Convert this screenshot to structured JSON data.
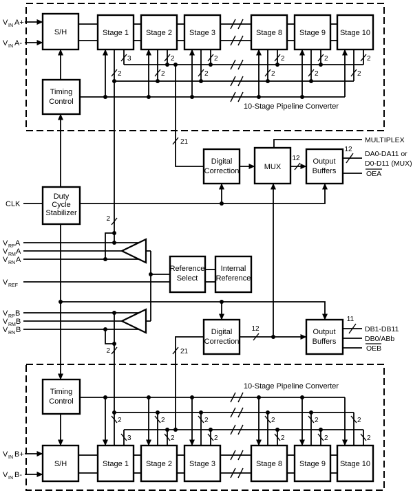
{
  "blocks": {
    "sh": "S/H",
    "stages": [
      "Stage 1",
      "Stage 2",
      "Stage 3",
      "Stage 8",
      "Stage 9",
      "Stage 10"
    ],
    "timing": [
      "Timing",
      "Control"
    ],
    "dcs": [
      "Duty",
      "Cycle",
      "Stabilizer"
    ],
    "digital_correction": [
      "Digital",
      "Correction"
    ],
    "mux": "MUX",
    "output_buffers": [
      "Output",
      "Buffers"
    ],
    "reference_select": [
      "Reference",
      "Select"
    ],
    "internal_reference": [
      "Internal",
      "Reference"
    ]
  },
  "channel_a": {
    "input_p": {
      "base": "V",
      "sub": "IN",
      "rest": "A+"
    },
    "input_n": {
      "base": "V",
      "sub": "IN",
      "rest": "A-"
    },
    "pipeline_label": "10-Stage Pipeline Converter",
    "multiplex_label": "MULTIPLEX",
    "data_out_line1": "DA0-DA11 or",
    "data_out_line2": "D0-D11 (MUX)",
    "oe_label": "OEA"
  },
  "channel_b": {
    "input_p": {
      "base": "V",
      "sub": "IN",
      "rest": "B+"
    },
    "input_n": {
      "base": "V",
      "sub": "IN",
      "rest": "B-"
    },
    "pipeline_label": "10-Stage Pipeline Converter",
    "data_out1": "DB1-DB11",
    "data_out2": "DB0/ABb",
    "oe_label": "OEB"
  },
  "references": {
    "clk": "CLK",
    "vrpa": {
      "base": "V",
      "sub": "RP",
      "rest": "A"
    },
    "vrma": {
      "base": "V",
      "sub": "RM",
      "rest": "A"
    },
    "vrna": {
      "base": "V",
      "sub": "RN",
      "rest": "A"
    },
    "vref": {
      "base": "V",
      "sub": "REF",
      "rest": ""
    },
    "vrpb": {
      "base": "V",
      "sub": "RP",
      "rest": "B"
    },
    "vrmb": {
      "base": "V",
      "sub": "RM",
      "rest": "B"
    },
    "vrnb": {
      "base": "V",
      "sub": "RN",
      "rest": "B"
    }
  },
  "bus_widths": {
    "w2": "2",
    "w3": "3",
    "w11": "11",
    "w12": "12",
    "w21": "21"
  },
  "colors": {
    "line": "#000000",
    "background": "#ffffff"
  }
}
